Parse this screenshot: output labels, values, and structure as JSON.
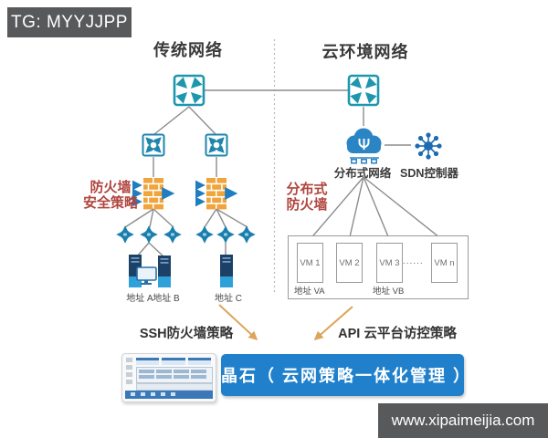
{
  "badge": {
    "label": "TG: MYYJJPP"
  },
  "traditional": {
    "title": "传统网络",
    "firewall_policy_line1": "防火墙",
    "firewall_policy_line2": "安全策略",
    "host_a": "地址 A",
    "host_b": "地址 B",
    "host_c": "地址 C",
    "bottom_policy": "SSH防火墙策略"
  },
  "cloud": {
    "title": "云环境网络",
    "distributed_network_label": "分布式网络",
    "sdn_controller_label": "SDN控制器",
    "distributed_firewall_line1": "分布式",
    "distributed_firewall_line2": "防火墙",
    "vm_1": "VM 1",
    "vm_2": "VM 2",
    "vm_3": "VM 3",
    "vm_ellipsis": "......",
    "vm_n": "VM n",
    "address_va": "地址 VA",
    "address_vb": "地址 VB",
    "bottom_policy": "API 云平台访控策略"
  },
  "product": {
    "label": "晶石（ 云网策略一体化管理 ）"
  },
  "watermark": {
    "label": "www.xipaimeijia.com"
  },
  "colors": {
    "badge_gray": "#58595b",
    "product_blue": "#2080cc",
    "firewall_orange": "#f0a43c",
    "icon_teal": "#1e97ae",
    "icon_blue": "#2b84c4",
    "red_label": "#b0453e",
    "line_gray": "#8c8c8c",
    "arrow_orange": "#dca45c"
  }
}
